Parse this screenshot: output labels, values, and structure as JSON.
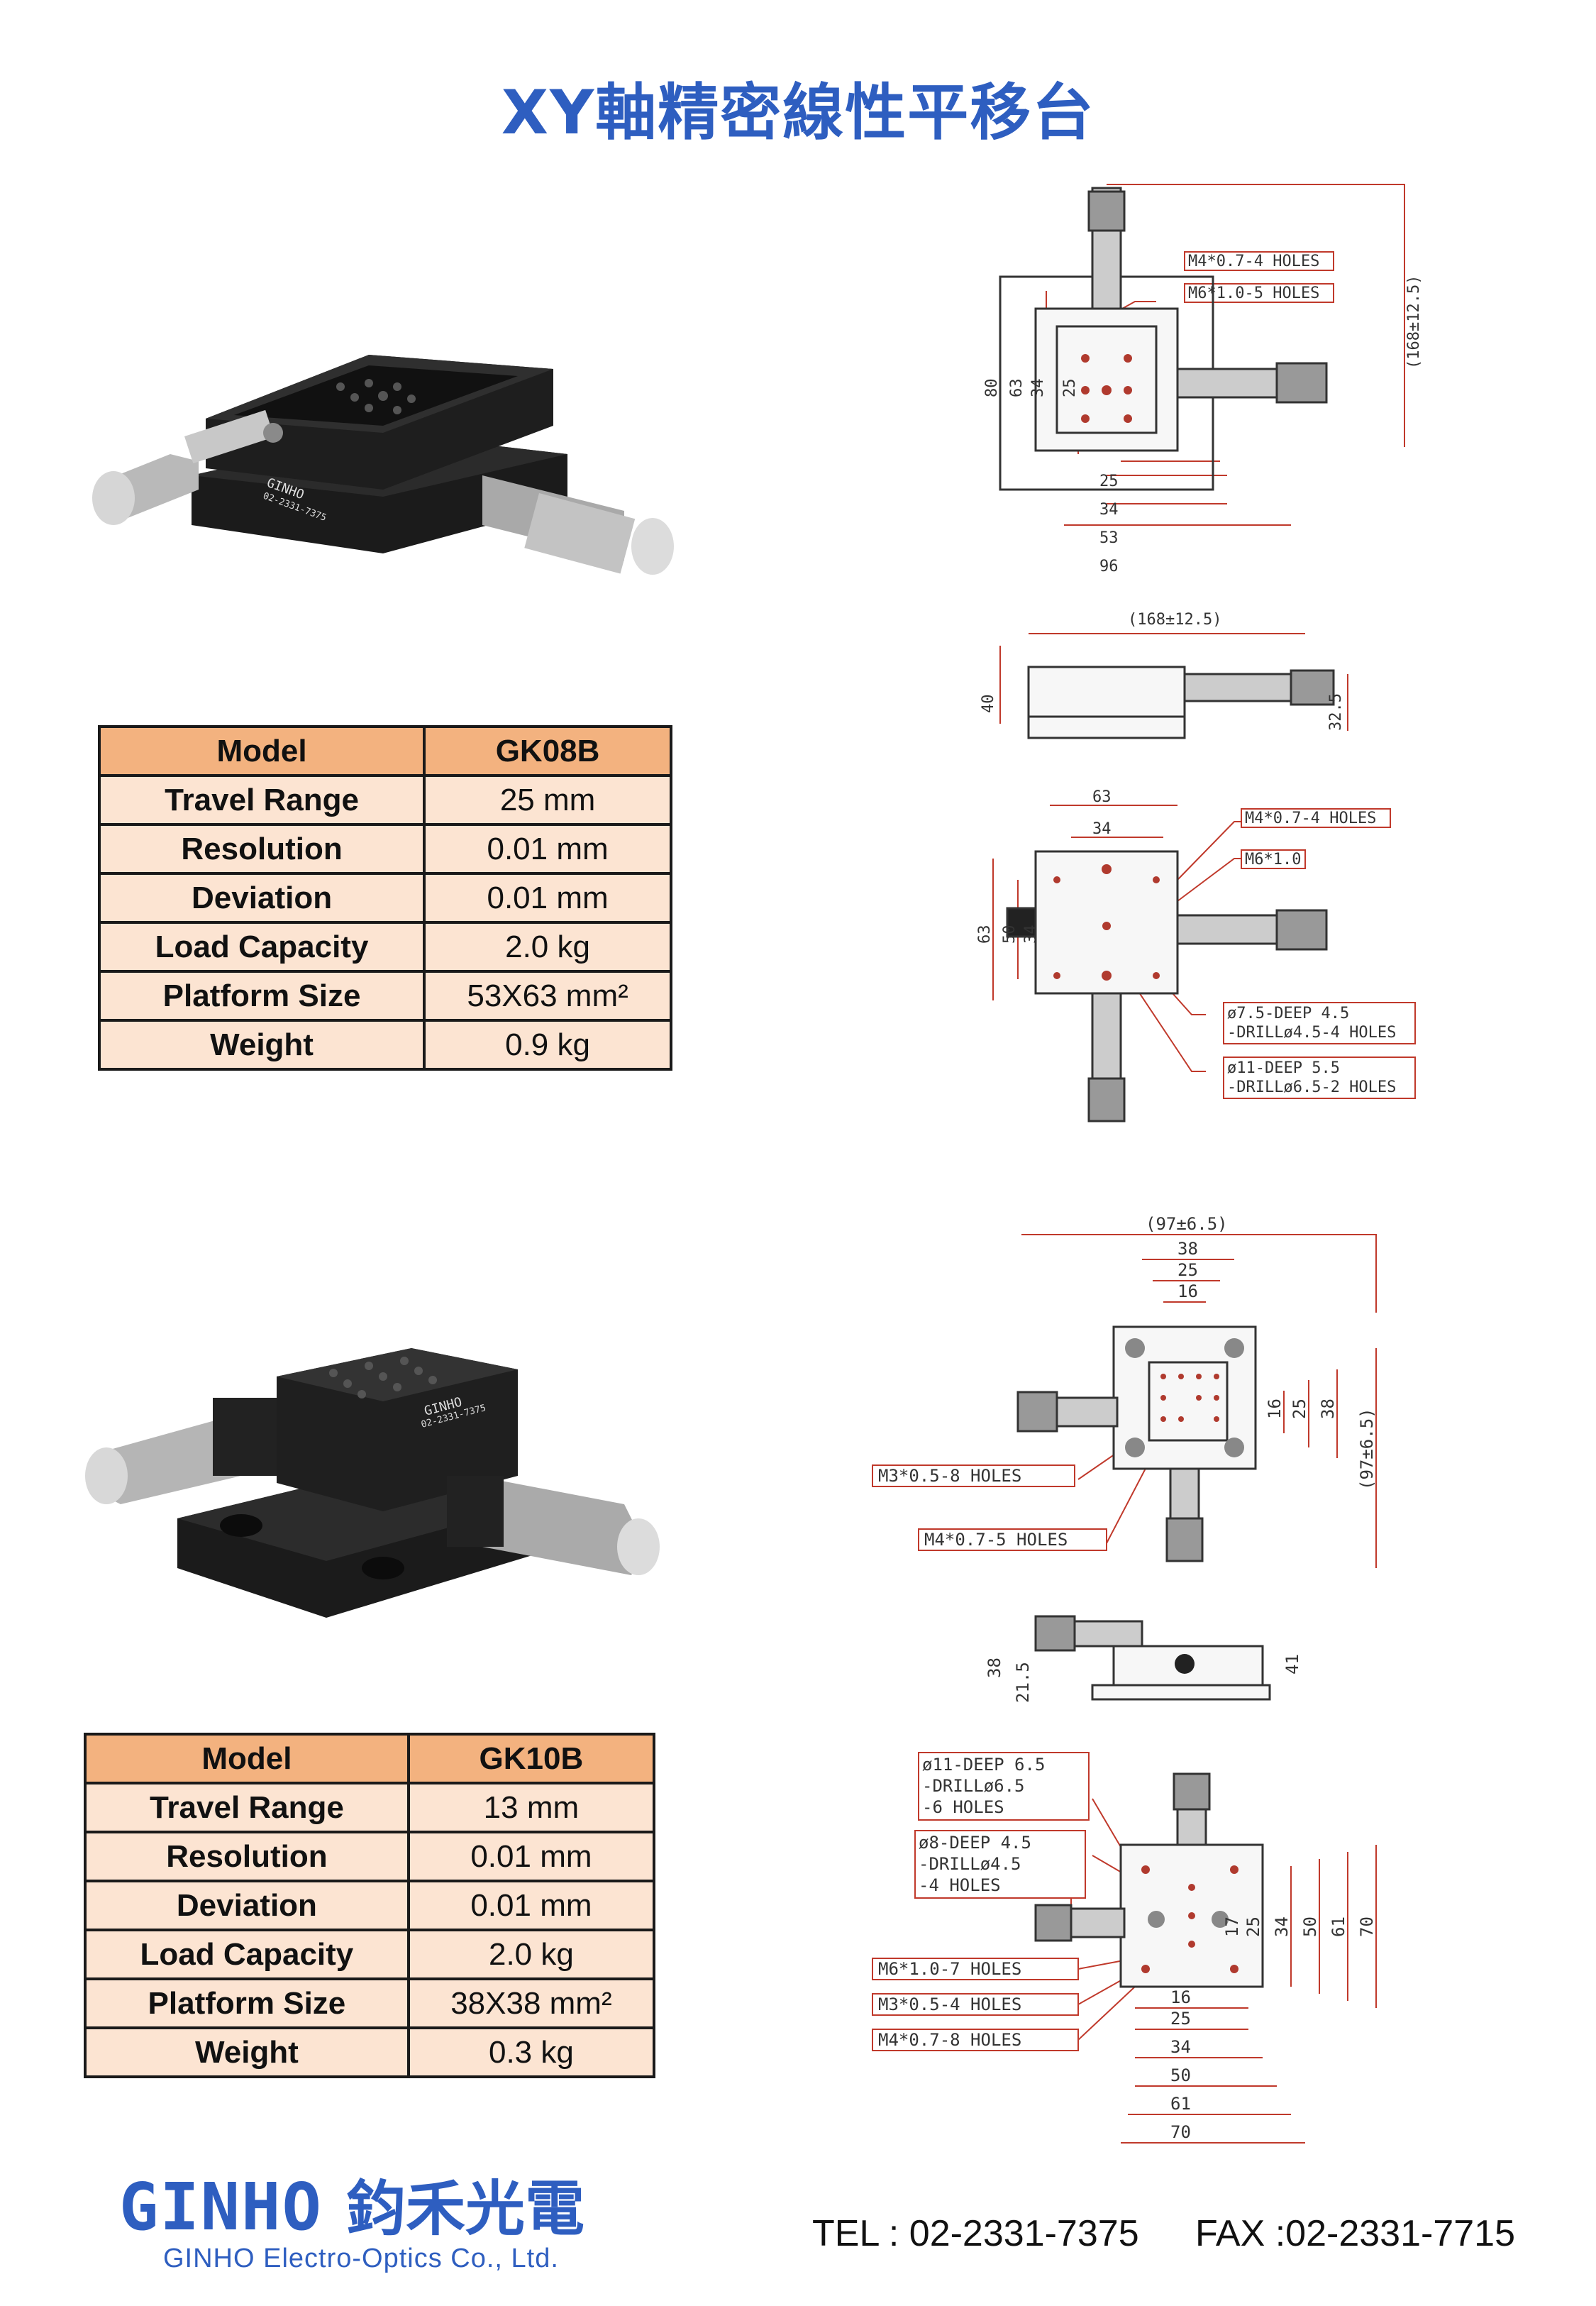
{
  "title": "XY軸精密線性平移台",
  "products": [
    {
      "rows": [
        {
          "key": "Model",
          "value": "GK08B"
        },
        {
          "key": "Travel Range",
          "value": "25 mm"
        },
        {
          "key": "Resolution",
          "value": "0.01 mm"
        },
        {
          "key": "Deviation",
          "value": "0.01 mm"
        },
        {
          "key": "Load Capacity",
          "value": "2.0 kg"
        },
        {
          "key": "Platform Size",
          "value": "53X63 mm²"
        },
        {
          "key": "Weight",
          "value": "0.9 kg"
        }
      ],
      "photo_text": [
        "GINHO",
        "02-2331-7375"
      ],
      "drawing": {
        "top": [
          "M4*0.7-4 HOLES",
          "M6*1.0-5 HOLES",
          "(168±12.5)",
          "80",
          "63",
          "34",
          "25",
          "25",
          "34",
          "53",
          "96"
        ],
        "side": [
          "(168±12.5)",
          "40",
          "32.5"
        ],
        "bottom": [
          "63",
          "34",
          "M4*0.7-4 HOLES",
          "M6*1.0",
          "63",
          "50",
          "34",
          "ø7.5-DEEP 4.5",
          "-DRILLø4.5-4 HOLES",
          "ø11-DEEP 5.5",
          "-DRILLø6.5-2 HOLES"
        ]
      }
    },
    {
      "rows": [
        {
          "key": "Model",
          "value": "GK10B"
        },
        {
          "key": "Travel Range",
          "value": "13 mm"
        },
        {
          "key": "Resolution",
          "value": "0.01 mm"
        },
        {
          "key": "Deviation",
          "value": "0.01 mm"
        },
        {
          "key": "Load Capacity",
          "value": "2.0 kg"
        },
        {
          "key": "Platform Size",
          "value": "38X38 mm²"
        },
        {
          "key": "Weight",
          "value": "0.3 kg"
        }
      ],
      "photo_text": [
        "GINHO",
        "02-2331-7375"
      ],
      "drawing": {
        "top": [
          "(97±6.5)",
          "38",
          "25",
          "16",
          "16",
          "25",
          "38",
          "(97±6.5)",
          "M3*0.5-8 HOLES",
          "M4*0.7-5 HOLES"
        ],
        "side": [
          "38",
          "21.5",
          "41"
        ],
        "bottom": [
          "ø11-DEEP 6.5",
          "-DRILLø6.5",
          "-6 HOLES",
          "ø8-DEEP 4.5",
          "-DRILLø4.5",
          "-4 HOLES",
          "M6*1.0-7 HOLES",
          "M3*0.5-4 HOLES",
          "M4*0.7-8 HOLES",
          "17",
          "25",
          "34",
          "50",
          "61",
          "70",
          "16",
          "25",
          "34",
          "50",
          "61",
          "70"
        ]
      }
    }
  ],
  "footer": {
    "logo_latin": "GINHO",
    "logo_cjk": "鈞禾光電",
    "company": "GINHO Electro-Optics Co., Ltd.",
    "tel": "TEL : 02-2331-7375",
    "fax": "FAX :02-2331-7715"
  },
  "colors": {
    "title": "#2e5ec0",
    "table_header": "#f3b27f",
    "table_row": "#fce4d2",
    "dim_red": "#c0392b",
    "logo_blue": "#2e5ec0"
  }
}
